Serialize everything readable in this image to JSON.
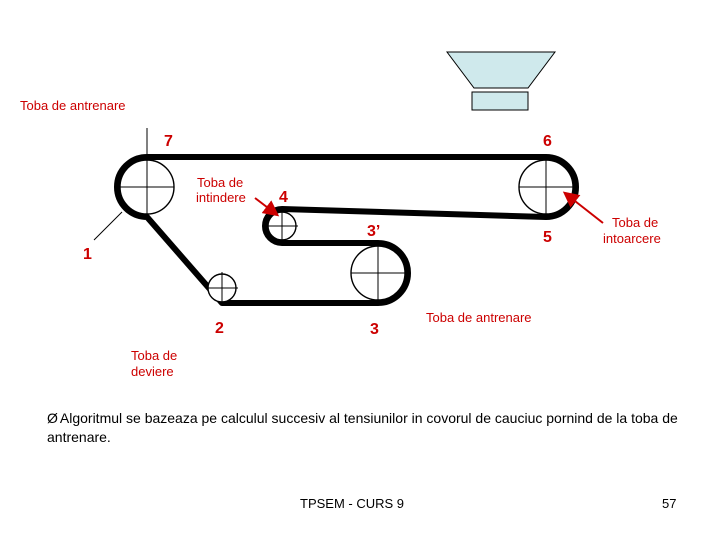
{
  "labels": {
    "drive_drum_top": "Toba de antrenare",
    "num_7": "7",
    "num_6": "6",
    "tension_drum_line1": "Toba de",
    "tension_drum_line2": "intindere",
    "num_4": "4",
    "num_3prime": "3’",
    "num_5": "5",
    "return_drum_line1": "Toba de",
    "return_drum_line2": "intoarcere",
    "num_1": "1",
    "num_2": "2",
    "num_3": "3",
    "drive_drum_bottom": "Toba de antrenare",
    "deflect_drum_line1": "Toba de",
    "deflect_drum_line2": "deviere"
  },
  "note": {
    "bullet": "Ø",
    "text": "Algoritmul se bazeaza pe calculul succesiv al tensiunilor in covorul de cauciuc pornind de la toba de antrenare."
  },
  "footer": {
    "course": "TPSEM - CURS 9",
    "page": "57"
  },
  "colors": {
    "label_red": "#cc0000",
    "hopper_fill": "#cfe9ec"
  }
}
